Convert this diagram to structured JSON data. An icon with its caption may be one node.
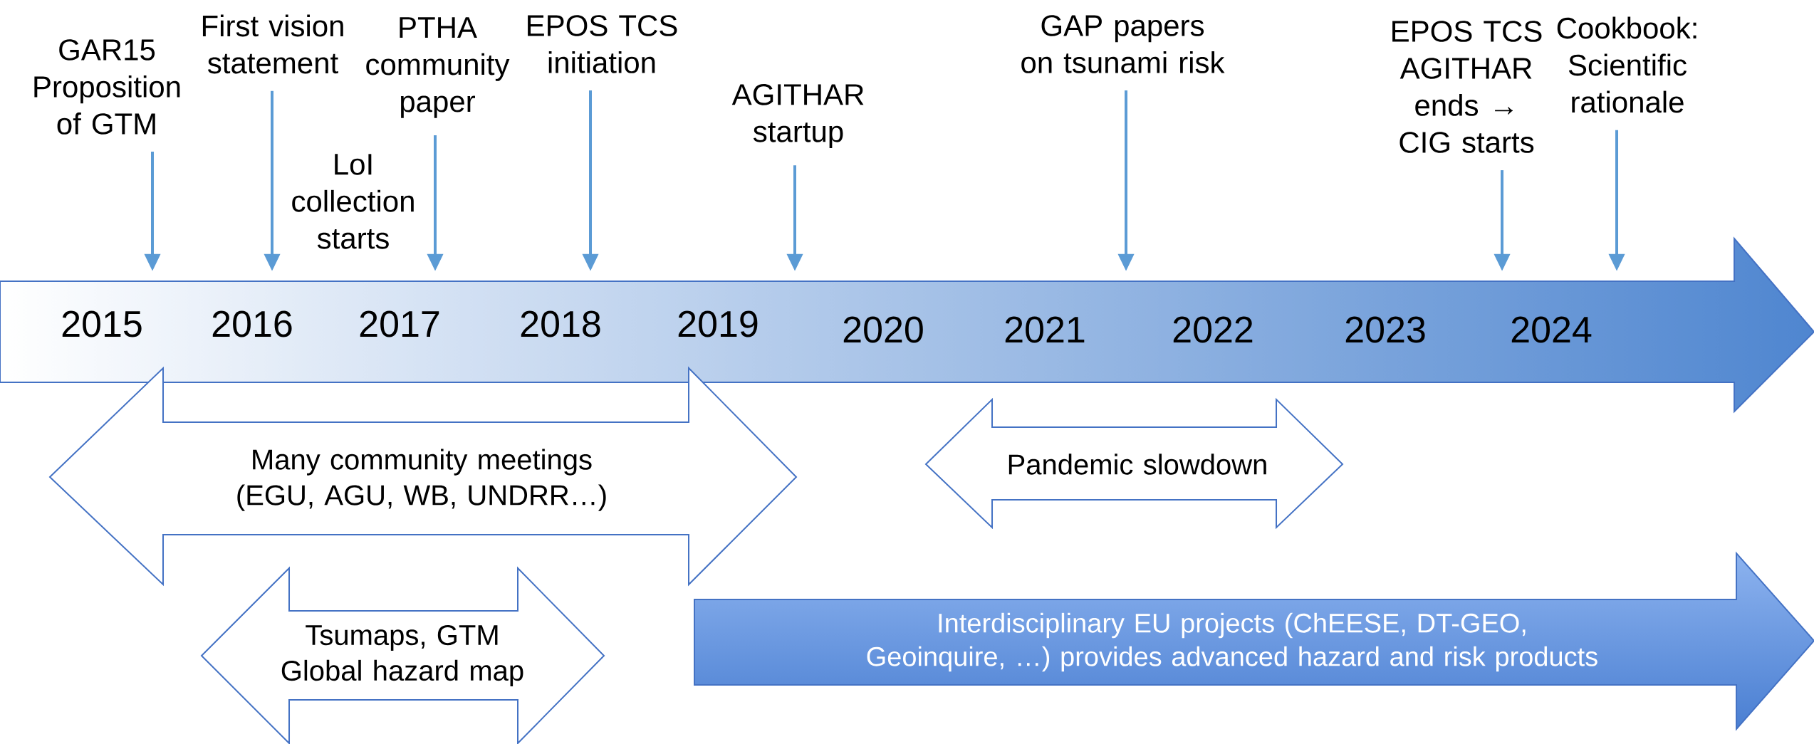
{
  "diagram": {
    "nodes": [
      {
        "text": [
          "2015",
          "2016",
          "2017",
          "2018",
          "2019",
          "2020",
          "2021",
          "2022",
          "2023",
          "2024"
        ]
      },
      {
        "text": [
          "GAR15 Proposition of GTM"
        ]
      },
      {
        "text": [
          "First vision statement"
        ]
      },
      {
        "text": [
          "PTHA community paper"
        ]
      },
      {
        "text": [
          "EPOS TCS initiation"
        ]
      },
      {
        "text": [
          "AGITHAR startup"
        ]
      },
      {
        "text": [
          "GAP papers on tsunami risk"
        ]
      },
      {
        "text": [
          "EPOS TCS AGITHAR ends → CIG starts"
        ]
      },
      {
        "text": [
          "Cookbook: Scientific rationale"
        ]
      },
      {
        "text": [
          "Many community meetings (EGU, AGU, WB, UNDRR…)"
        ]
      },
      {
        "text": [
          "Pandemic slowdown"
        ]
      },
      {
        "text": [
          "Tsumaps, GTM Global hazard map"
        ]
      },
      {
        "text": [
          "Interdisciplinary EU projects (ChEESE, DT-GEO, Geoinquire, …) provides advanced hazard and risk products"
        ]
      }
    ],
    "edges": [
      {
        "from": 1,
        "to": 0,
        "arrow": "to"
      },
      {
        "from": 2,
        "to": 0,
        "arrow": "to"
      },
      {
        "from": 3,
        "to": 0,
        "arrow": "to"
      },
      {
        "from": 4,
        "to": 0,
        "arrow": "to"
      },
      {
        "from": 5,
        "to": 0,
        "arrow": "to"
      },
      {
        "from": 6,
        "to": 0,
        "arrow": "to"
      },
      {
        "from": 7,
        "to": 0,
        "arrow": "to"
      },
      {
        "from": 8,
        "to": 0,
        "arrow": "to"
      }
    ],
    "labels": [
      "LoI collection starts"
    ]
  }
}
